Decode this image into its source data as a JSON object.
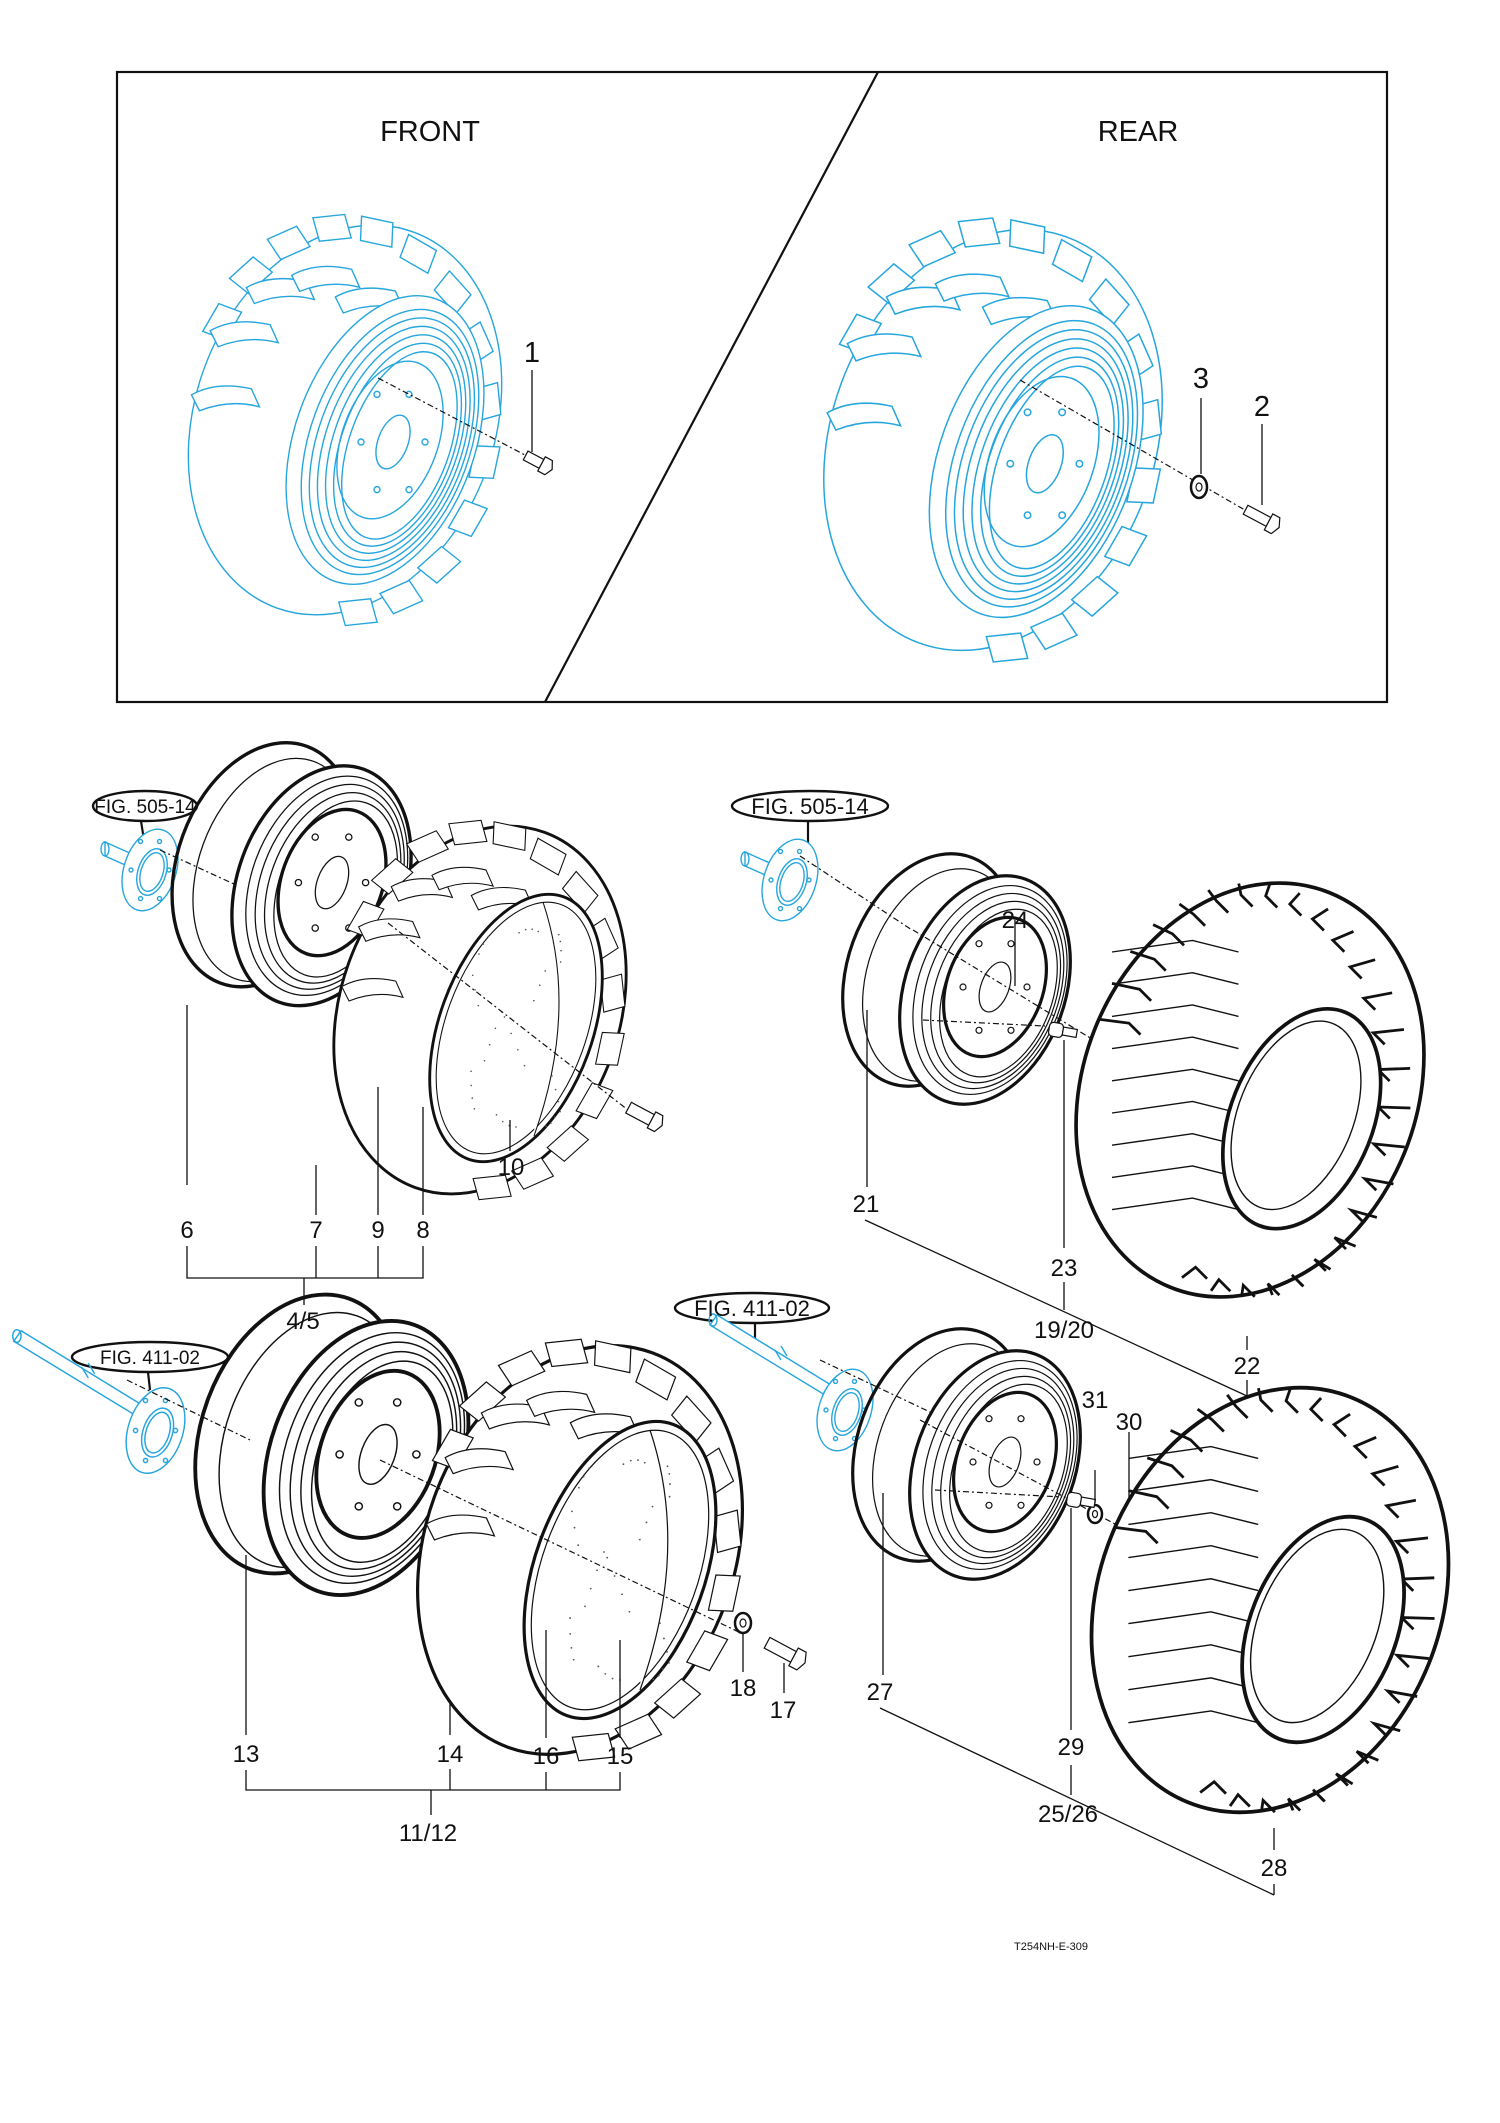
{
  "diagram": {
    "drawing_code": "T254NH-E-309",
    "colors": {
      "reference_parts": "#27a6dd",
      "line_art": "#111111",
      "background": "#ffffff"
    },
    "overview": {
      "front_label": "FRONT",
      "rear_label": "REAR",
      "front_callouts": [
        "1"
      ],
      "rear_callouts": [
        "3",
        "2"
      ]
    },
    "assemblies": [
      {
        "id": "front-ag",
        "figure_ref": "FIG. 505-14",
        "parts": {
          "rim": "6",
          "tire": "7",
          "valve": "9",
          "tube": "8",
          "bolt": "10"
        },
        "assembly_number": "4/5"
      },
      {
        "id": "front-ind",
        "figure_ref": "FIG. 505-14",
        "parts": {
          "rim": "21",
          "bolt": "24",
          "valve": "23",
          "tire": "22"
        },
        "assembly_number": "19/20"
      },
      {
        "id": "rear-ag",
        "figure_ref": "FIG. 411-02",
        "parts": {
          "rim": "13",
          "tire": "14",
          "valve": "16",
          "tube": "15",
          "washer": "18",
          "bolt": "17"
        },
        "assembly_number": "11/12"
      },
      {
        "id": "rear-ind",
        "figure_ref": "FIG. 411-02",
        "parts": {
          "rim": "27",
          "washer": "31",
          "bolt": "30",
          "valve": "29",
          "tire": "28"
        },
        "assembly_number": "25/26"
      }
    ]
  }
}
